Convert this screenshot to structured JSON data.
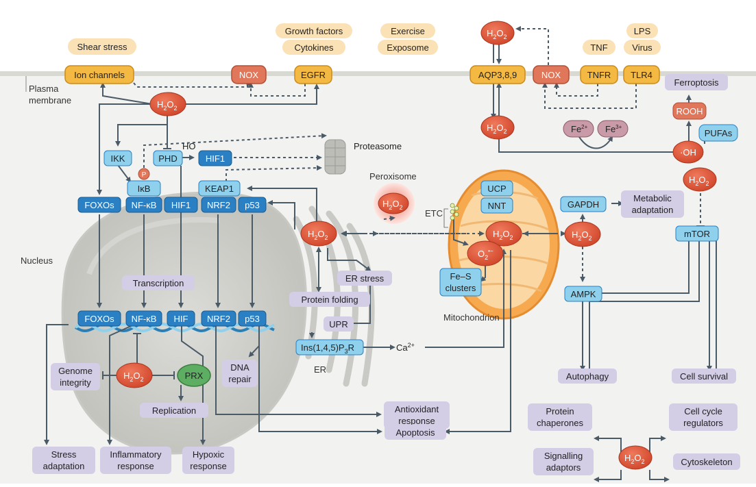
{
  "stimuli": {
    "shear_stress": "Shear stress",
    "growth_factors": "Growth factors",
    "cytokines": "Cytokines",
    "exercise": "Exercise",
    "exposome": "Exposome",
    "tnf": "TNF",
    "lps": "LPS",
    "virus": "Virus"
  },
  "membrane": {
    "label_line1": "Plasma",
    "label_line2": "membrane",
    "ion_channels": "Ion channels",
    "nox": "NOX",
    "egfr": "EGFR",
    "aqp": "AQP3,8,9",
    "nox2": "NOX",
    "tnfr": "TNFR",
    "tlr4": "TLR4"
  },
  "h2o2": {
    "base": "H",
    "sub2": "2",
    "o": "O",
    "sub2b": "2"
  },
  "cytosol": {
    "ikk": "IKK",
    "phd": "PHD",
    "ho": "HO",
    "hif1": "HIF1",
    "hif1b": "HIF1",
    "proteasome": "Proteasome",
    "p": "P",
    "ikb": "IκB",
    "nfkb": "NF-κB",
    "foxos": "FOXOs",
    "keap1": "KEAP1",
    "nrf2": "NRF2",
    "p53": "p53",
    "peroxisome": "Peroxisome"
  },
  "nucleus": {
    "label": "Nucleus",
    "transcription": "Transcription",
    "foxos": "FOXOs",
    "nfkb": "NF-κB",
    "hif": "HIF",
    "nrf2": "NRF2",
    "p53": "p53",
    "genome_integrity_1": "Genome",
    "genome_integrity_2": "integrity",
    "prx": "PRX",
    "replication": "Replication",
    "dna_repair_1": "DNA",
    "dna_repair_2": "repair"
  },
  "er": {
    "er_stress": "ER stress",
    "protein_folding": "Protein folding",
    "upr": "UPR",
    "ins_receptor": "Ins(1,4,5)P",
    "ins_sub": "3",
    "ins_r": "R",
    "label": "ER",
    "ca": "Ca",
    "ca_sup": "2+"
  },
  "mito": {
    "ucp": "UCP",
    "nnt": "NNT",
    "etc": "ETC",
    "superoxide": "O",
    "superoxide_sub": "2",
    "superoxide_sup": "•−",
    "fes_1": "Fe–S",
    "fes_2": "clusters",
    "label": "Mitochondrion"
  },
  "iron": {
    "fe2": "Fe",
    "fe2_sup": "2+",
    "fe3": "Fe",
    "fe3_sup": "3+",
    "oh": "·OH",
    "pufas": "PUFAs",
    "rooh": "ROOH",
    "ferroptosis": "Ferroptosis"
  },
  "signalling": {
    "gapdh": "GAPDH",
    "metabolic_1": "Metabolic",
    "metabolic_2": "adaptation",
    "ampk": "AMPK",
    "mtor": "mTOR",
    "autophagy": "Autophagy",
    "cell_survival": "Cell survival"
  },
  "outcomes": {
    "stress_1": "Stress",
    "stress_2": "adaptation",
    "inflammatory_1": "Inflammatory",
    "inflammatory_2": "response",
    "hypoxic_1": "Hypoxic",
    "hypoxic_2": "response",
    "antioxidant_1": "Antioxidant",
    "antioxidant_2": "response",
    "apoptosis": "Apoptosis"
  },
  "targets": {
    "chaperones_1": "Protein",
    "chaperones_2": "chaperones",
    "cell_cycle_1": "Cell cycle",
    "cell_cycle_2": "regulators",
    "signalling_1": "Signalling",
    "signalling_2": "adaptors",
    "cytoskeleton": "Cytoskeleton"
  },
  "colors": {
    "yellow_box": "#fbe2b6",
    "lavender_box": "#d4cde6",
    "membrane_orange": "#f4b942",
    "nox_red": "#e0765a",
    "h2o2_red": "#e05a3c",
    "light_blue": "#8fd0ec",
    "dark_blue": "#2a80c3",
    "arrow_gray": "#4a5a66",
    "mito_orange": "#f6a94e",
    "green_prx": "#5dad62"
  }
}
